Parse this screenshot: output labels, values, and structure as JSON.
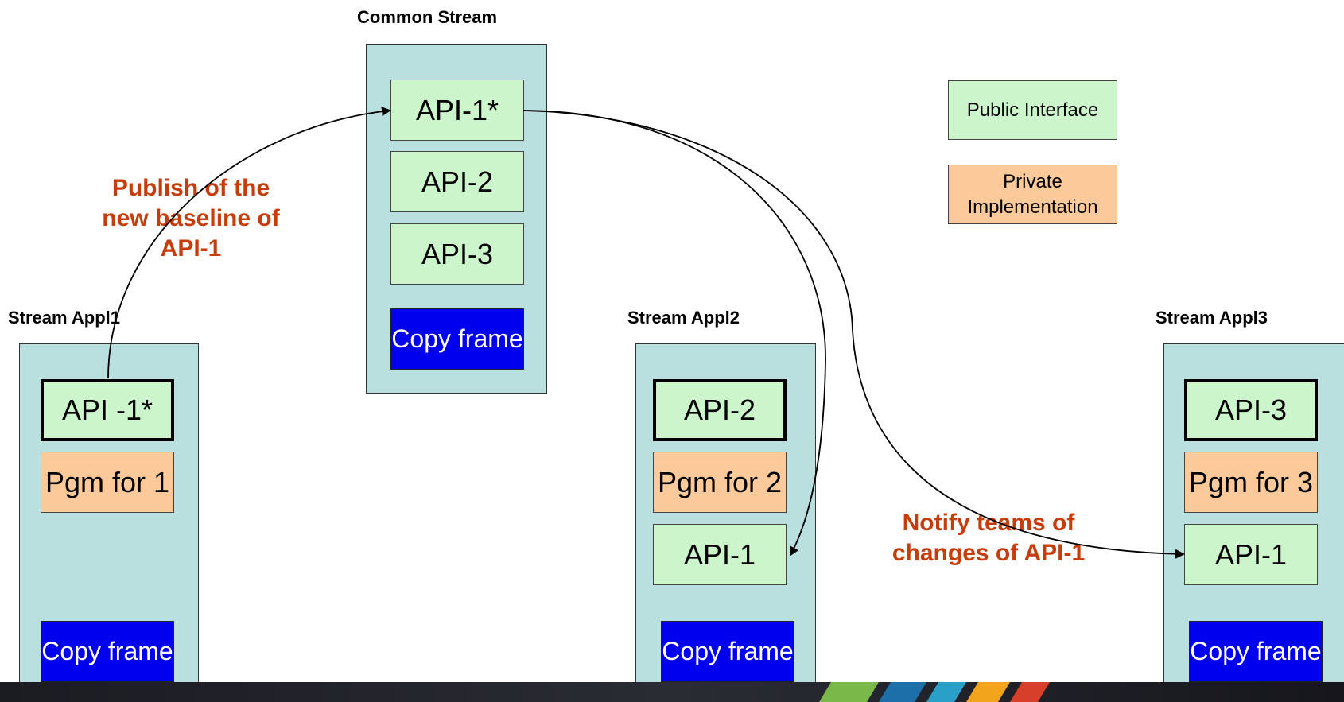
{
  "streams": {
    "common": {
      "title": "Common Stream",
      "items": [
        "API-1*",
        "API-2",
        "API-3"
      ],
      "copy_frame": "Copy frame"
    },
    "appl1": {
      "title": "Stream Appl1",
      "api": "API -1*",
      "pgm": "Pgm for 1",
      "copy_frame": "Copy frame"
    },
    "appl2": {
      "title": "Stream Appl2",
      "api": "API-2",
      "pgm": "Pgm for 2",
      "api_ref": "API-1",
      "copy_frame": "Copy frame"
    },
    "appl3": {
      "title": "Stream Appl3",
      "api": "API-3",
      "pgm": "Pgm for 3",
      "api_ref": "API-1",
      "copy_frame": "Copy frame"
    }
  },
  "legend": {
    "public": "Public Interface",
    "private_line1": "Private",
    "private_line2": "Implementation"
  },
  "annotations": {
    "publish_line1": "Publish of the",
    "publish_line2": "new baseline of",
    "publish_line3": "API-1",
    "notify_line1": "Notify teams of",
    "notify_line2": "changes of API-1"
  },
  "colors": {
    "stream_fill": "#b9dfdf",
    "public_fill": "#ccf5cc",
    "private_fill": "#fcc99a",
    "copy_fill": "#0000ee",
    "annotation": "#c63c0a"
  }
}
